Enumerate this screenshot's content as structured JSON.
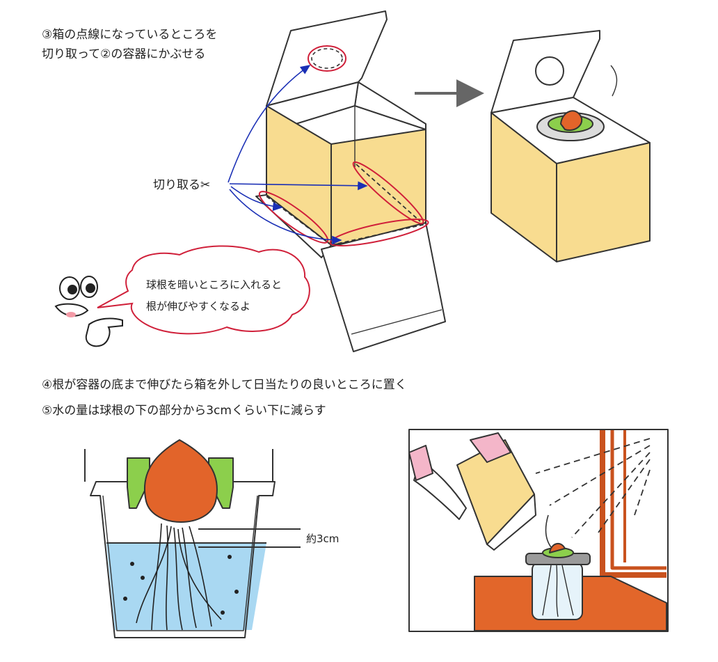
{
  "step3": {
    "line1": "③箱の点線になっているところを",
    "line2": "切り取って②の容器にかぶせる"
  },
  "cut_label": "切り取る✂",
  "speech": {
    "line1": "球根を暗いところに入れると",
    "line2": "根が伸びやすくなるよ"
  },
  "step4": "④根が容器の底まで伸びたら箱を外して日当たりの良いところに置く",
  "step5": "⑤水の量は球根の下の部分から3cmくらい下に減らす",
  "measure_label": "約3cm",
  "colors": {
    "box": "#f8dc90",
    "outline": "#333333",
    "cut_marker": "#d0203a",
    "arrow_blue": "#1a2fb5",
    "water": "#a9d8f2",
    "bulb": "#e2642a",
    "holder": "#8ccf4c",
    "table": "#e2662a",
    "window": "#c9521e",
    "sleeve": "#f4b6c9"
  }
}
